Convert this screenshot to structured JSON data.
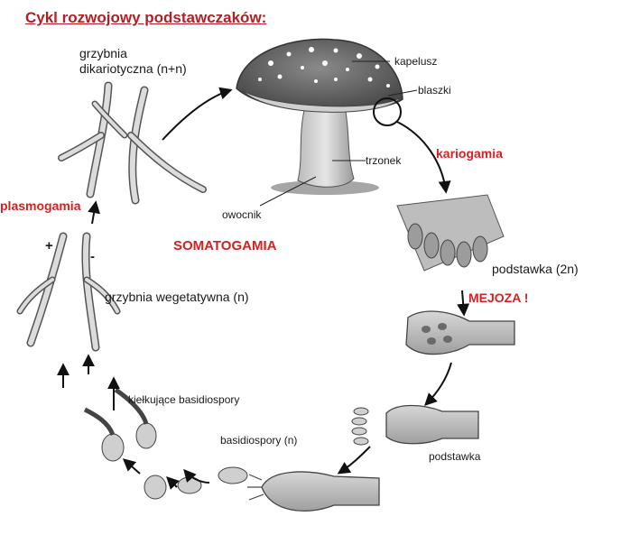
{
  "title": "Cykl rozwojowy podstawczaków:",
  "labels": {
    "dikaryotic_line1": "grzybnia",
    "dikaryotic_line2": "dikariotyczna (n+n)",
    "cap": "kapelusz",
    "gills": "blaszki",
    "karyogamy": "kariogamia",
    "stipe": "trzonek",
    "fruiting_body": "owocnik",
    "plasmogamy": "plasmogamia",
    "somatogamy": "SOMATOGAMIA",
    "plus": "+",
    "minus": "-",
    "basidium_2n": "podstawka (2n)",
    "vegetative": "grzybnia wegetatywna (n)",
    "meiosis": "MEJOZA !",
    "germinating": "kiełkujące basidiospory",
    "basidiospores": "basidiospory (n)",
    "basidium": "podstawka"
  },
  "colors": {
    "title": "#b21f24",
    "accent_red": "#d9201f",
    "text": "#1a1a1a"
  }
}
